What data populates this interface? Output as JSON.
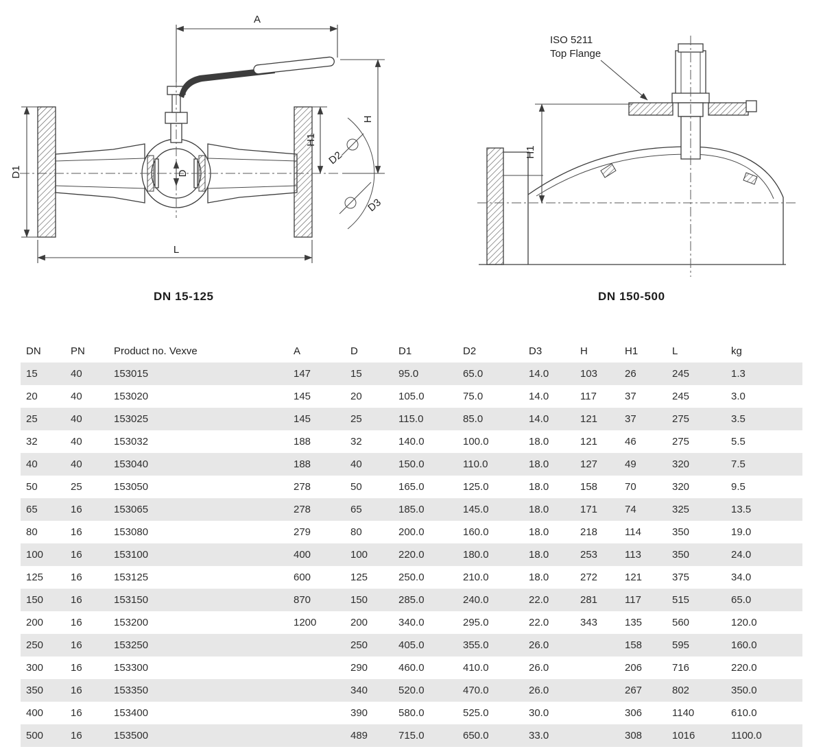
{
  "drawings": {
    "left": {
      "caption": "DN 15-125",
      "dims": {
        "a": "A",
        "h1": "H1",
        "h": "H",
        "d2": "D2",
        "d3": "D3",
        "d1": "D1",
        "d": "D",
        "l": "L"
      }
    },
    "right": {
      "caption": "DN 150-500",
      "annotation": {
        "line1": "ISO 5211",
        "line2": "Top Flange"
      },
      "dims": {
        "h1": "H1"
      }
    }
  },
  "table": {
    "stripe_color": "#e7e7e7",
    "columns": [
      "DN",
      "PN",
      "Product no. Vexve",
      "A",
      "D",
      "D1",
      "D2",
      "D3",
      "H",
      "H1",
      "L",
      "kg"
    ],
    "rows": [
      [
        "15",
        "40",
        "153015",
        "147",
        "15",
        "95.0",
        "65.0",
        "14.0",
        "103",
        "26",
        "245",
        "1.3"
      ],
      [
        "20",
        "40",
        "153020",
        "145",
        "20",
        "105.0",
        "75.0",
        "14.0",
        "117",
        "37",
        "245",
        "3.0"
      ],
      [
        "25",
        "40",
        "153025",
        "145",
        "25",
        "115.0",
        "85.0",
        "14.0",
        "121",
        "37",
        "275",
        "3.5"
      ],
      [
        "32",
        "40",
        "153032",
        "188",
        "32",
        "140.0",
        "100.0",
        "18.0",
        "121",
        "46",
        "275",
        "5.5"
      ],
      [
        "40",
        "40",
        "153040",
        "188",
        "40",
        "150.0",
        "110.0",
        "18.0",
        "127",
        "49",
        "320",
        "7.5"
      ],
      [
        "50",
        "25",
        "153050",
        "278",
        "50",
        "165.0",
        "125.0",
        "18.0",
        "158",
        "70",
        "320",
        "9.5"
      ],
      [
        "65",
        "16",
        "153065",
        "278",
        "65",
        "185.0",
        "145.0",
        "18.0",
        "171",
        "74",
        "325",
        "13.5"
      ],
      [
        "80",
        "16",
        "153080",
        "279",
        "80",
        "200.0",
        "160.0",
        "18.0",
        "218",
        "114",
        "350",
        "19.0"
      ],
      [
        "100",
        "16",
        "153100",
        "400",
        "100",
        "220.0",
        "180.0",
        "18.0",
        "253",
        "113",
        "350",
        "24.0"
      ],
      [
        "125",
        "16",
        "153125",
        "600",
        "125",
        "250.0",
        "210.0",
        "18.0",
        "272",
        "121",
        "375",
        "34.0"
      ],
      [
        "150",
        "16",
        "153150",
        "870",
        "150",
        "285.0",
        "240.0",
        "22.0",
        "281",
        "117",
        "515",
        "65.0"
      ],
      [
        "200",
        "16",
        "153200",
        "1200",
        "200",
        "340.0",
        "295.0",
        "22.0",
        "343",
        "135",
        "560",
        "120.0"
      ],
      [
        "250",
        "16",
        "153250",
        "",
        "250",
        "405.0",
        "355.0",
        "26.0",
        "",
        "158",
        "595",
        "160.0"
      ],
      [
        "300",
        "16",
        "153300",
        "",
        "290",
        "460.0",
        "410.0",
        "26.0",
        "",
        "206",
        "716",
        "220.0"
      ],
      [
        "350",
        "16",
        "153350",
        "",
        "340",
        "520.0",
        "470.0",
        "26.0",
        "",
        "267",
        "802",
        "350.0"
      ],
      [
        "400",
        "16",
        "153400",
        "",
        "390",
        "580.0",
        "525.0",
        "30.0",
        "",
        "306",
        "1140",
        "610.0"
      ],
      [
        "500",
        "16",
        "153500",
        "",
        "489",
        "715.0",
        "650.0",
        "33.0",
        "",
        "308",
        "1016",
        "1100.0"
      ]
    ]
  }
}
